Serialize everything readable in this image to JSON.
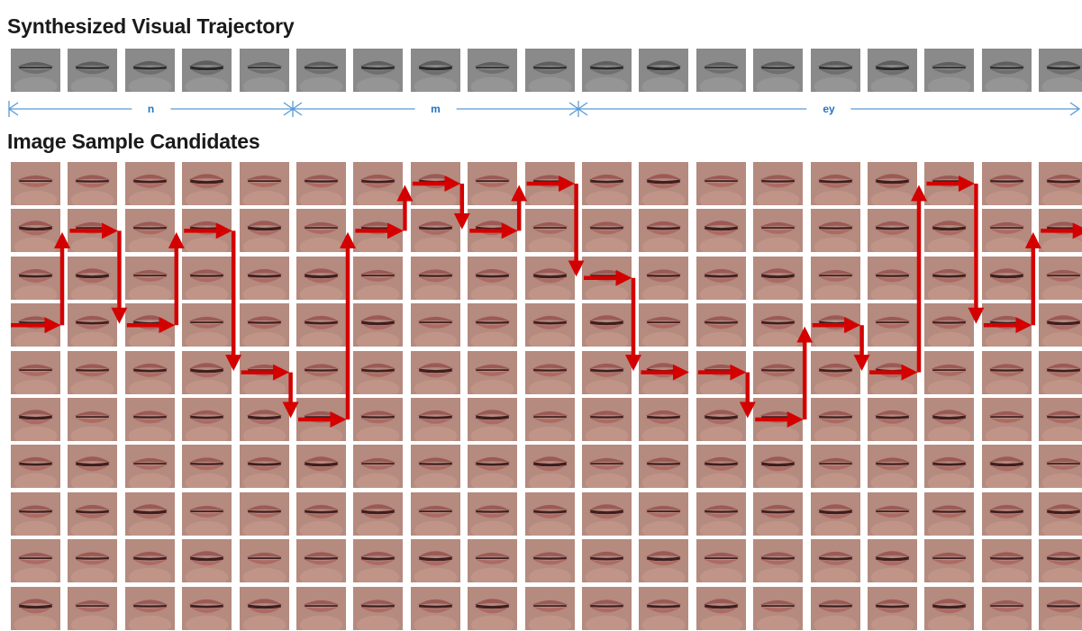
{
  "headings": {
    "trajectory": "Synthesized Visual Trajectory",
    "candidates": "Image Sample Candidates"
  },
  "segments": [
    {
      "label": "n",
      "frames": 5
    },
    {
      "label": "m",
      "frames": 5
    },
    {
      "label": "ey",
      "frames": 9
    }
  ],
  "trajectory_frames": 19,
  "candidate_grid": {
    "columns": 19,
    "rows": 10
  },
  "selected_path_rows": [
    3,
    1,
    3,
    1,
    4,
    5,
    1,
    0,
    1,
    0,
    2,
    4,
    4,
    5,
    3,
    4,
    0,
    3,
    1
  ],
  "colors": {
    "path": "#d40000",
    "segment_line": "#5b9bd5",
    "segment_label": "#2673c2",
    "gray_frame": "#7d7d7d",
    "color_frame": "#a77e75"
  }
}
